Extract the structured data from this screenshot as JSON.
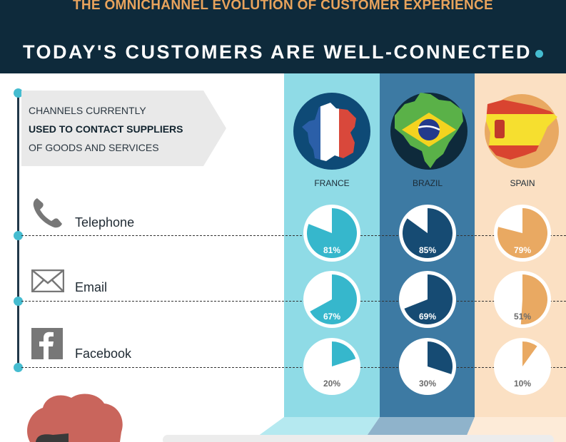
{
  "header": {
    "top_title": "THE OMNICHANNEL EVOLUTION OF CUSTOMER EXPERIENCE",
    "main_title": "TODAY'S CUSTOMERS ARE WELL-CONNECTED"
  },
  "callout": {
    "line1": "CHANNELS CURRENTLY",
    "line2": "USED TO CONTACT SUPPLIERS",
    "line3": "OF GOODS AND SERVICES"
  },
  "countries": [
    {
      "name": "FRANCE",
      "color": "#36b7cc"
    },
    {
      "name": "BRAZIL",
      "color": "#164b73"
    },
    {
      "name": "SPAIN",
      "color": "#e9a962"
    }
  ],
  "channels": [
    {
      "label": "Telephone",
      "icon": "telephone-icon",
      "values": [
        81,
        85,
        79
      ],
      "labels": [
        "81%",
        "85%",
        "79%"
      ]
    },
    {
      "label": "Email",
      "icon": "envelope-icon",
      "values": [
        67,
        69,
        51
      ],
      "labels": [
        "67%",
        "69%",
        "51%"
      ]
    },
    {
      "label": "Facebook",
      "icon": "facebook-icon",
      "values": [
        20,
        30,
        10
      ],
      "labels": [
        "20%",
        "30%",
        "10%"
      ]
    }
  ]
}
